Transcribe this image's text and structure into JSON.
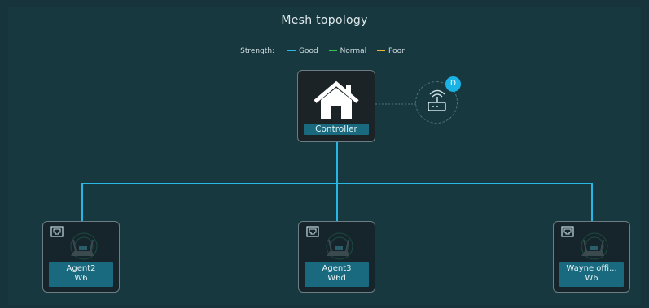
{
  "title": "Mesh topology",
  "legend": {
    "label": "Strength:",
    "items": [
      {
        "label": "Good",
        "color": "#29b6e6"
      },
      {
        "label": "Normal",
        "color": "#2fc74a"
      },
      {
        "label": "Poor",
        "color": "#e8b92e"
      }
    ]
  },
  "controller": {
    "label": "Controller",
    "icon": "home-icon"
  },
  "satellite": {
    "icon": "wireless-router-icon",
    "badge": "D"
  },
  "agents": [
    {
      "line1": "Agent2",
      "line2": "W6"
    },
    {
      "line1": "Agent3",
      "line2": "W6d"
    },
    {
      "line1": "Wayne offi...",
      "line2": "W6"
    }
  ],
  "colors": {
    "accent": "#29b6e6",
    "tag": "#196a7e",
    "background": "#183840"
  }
}
